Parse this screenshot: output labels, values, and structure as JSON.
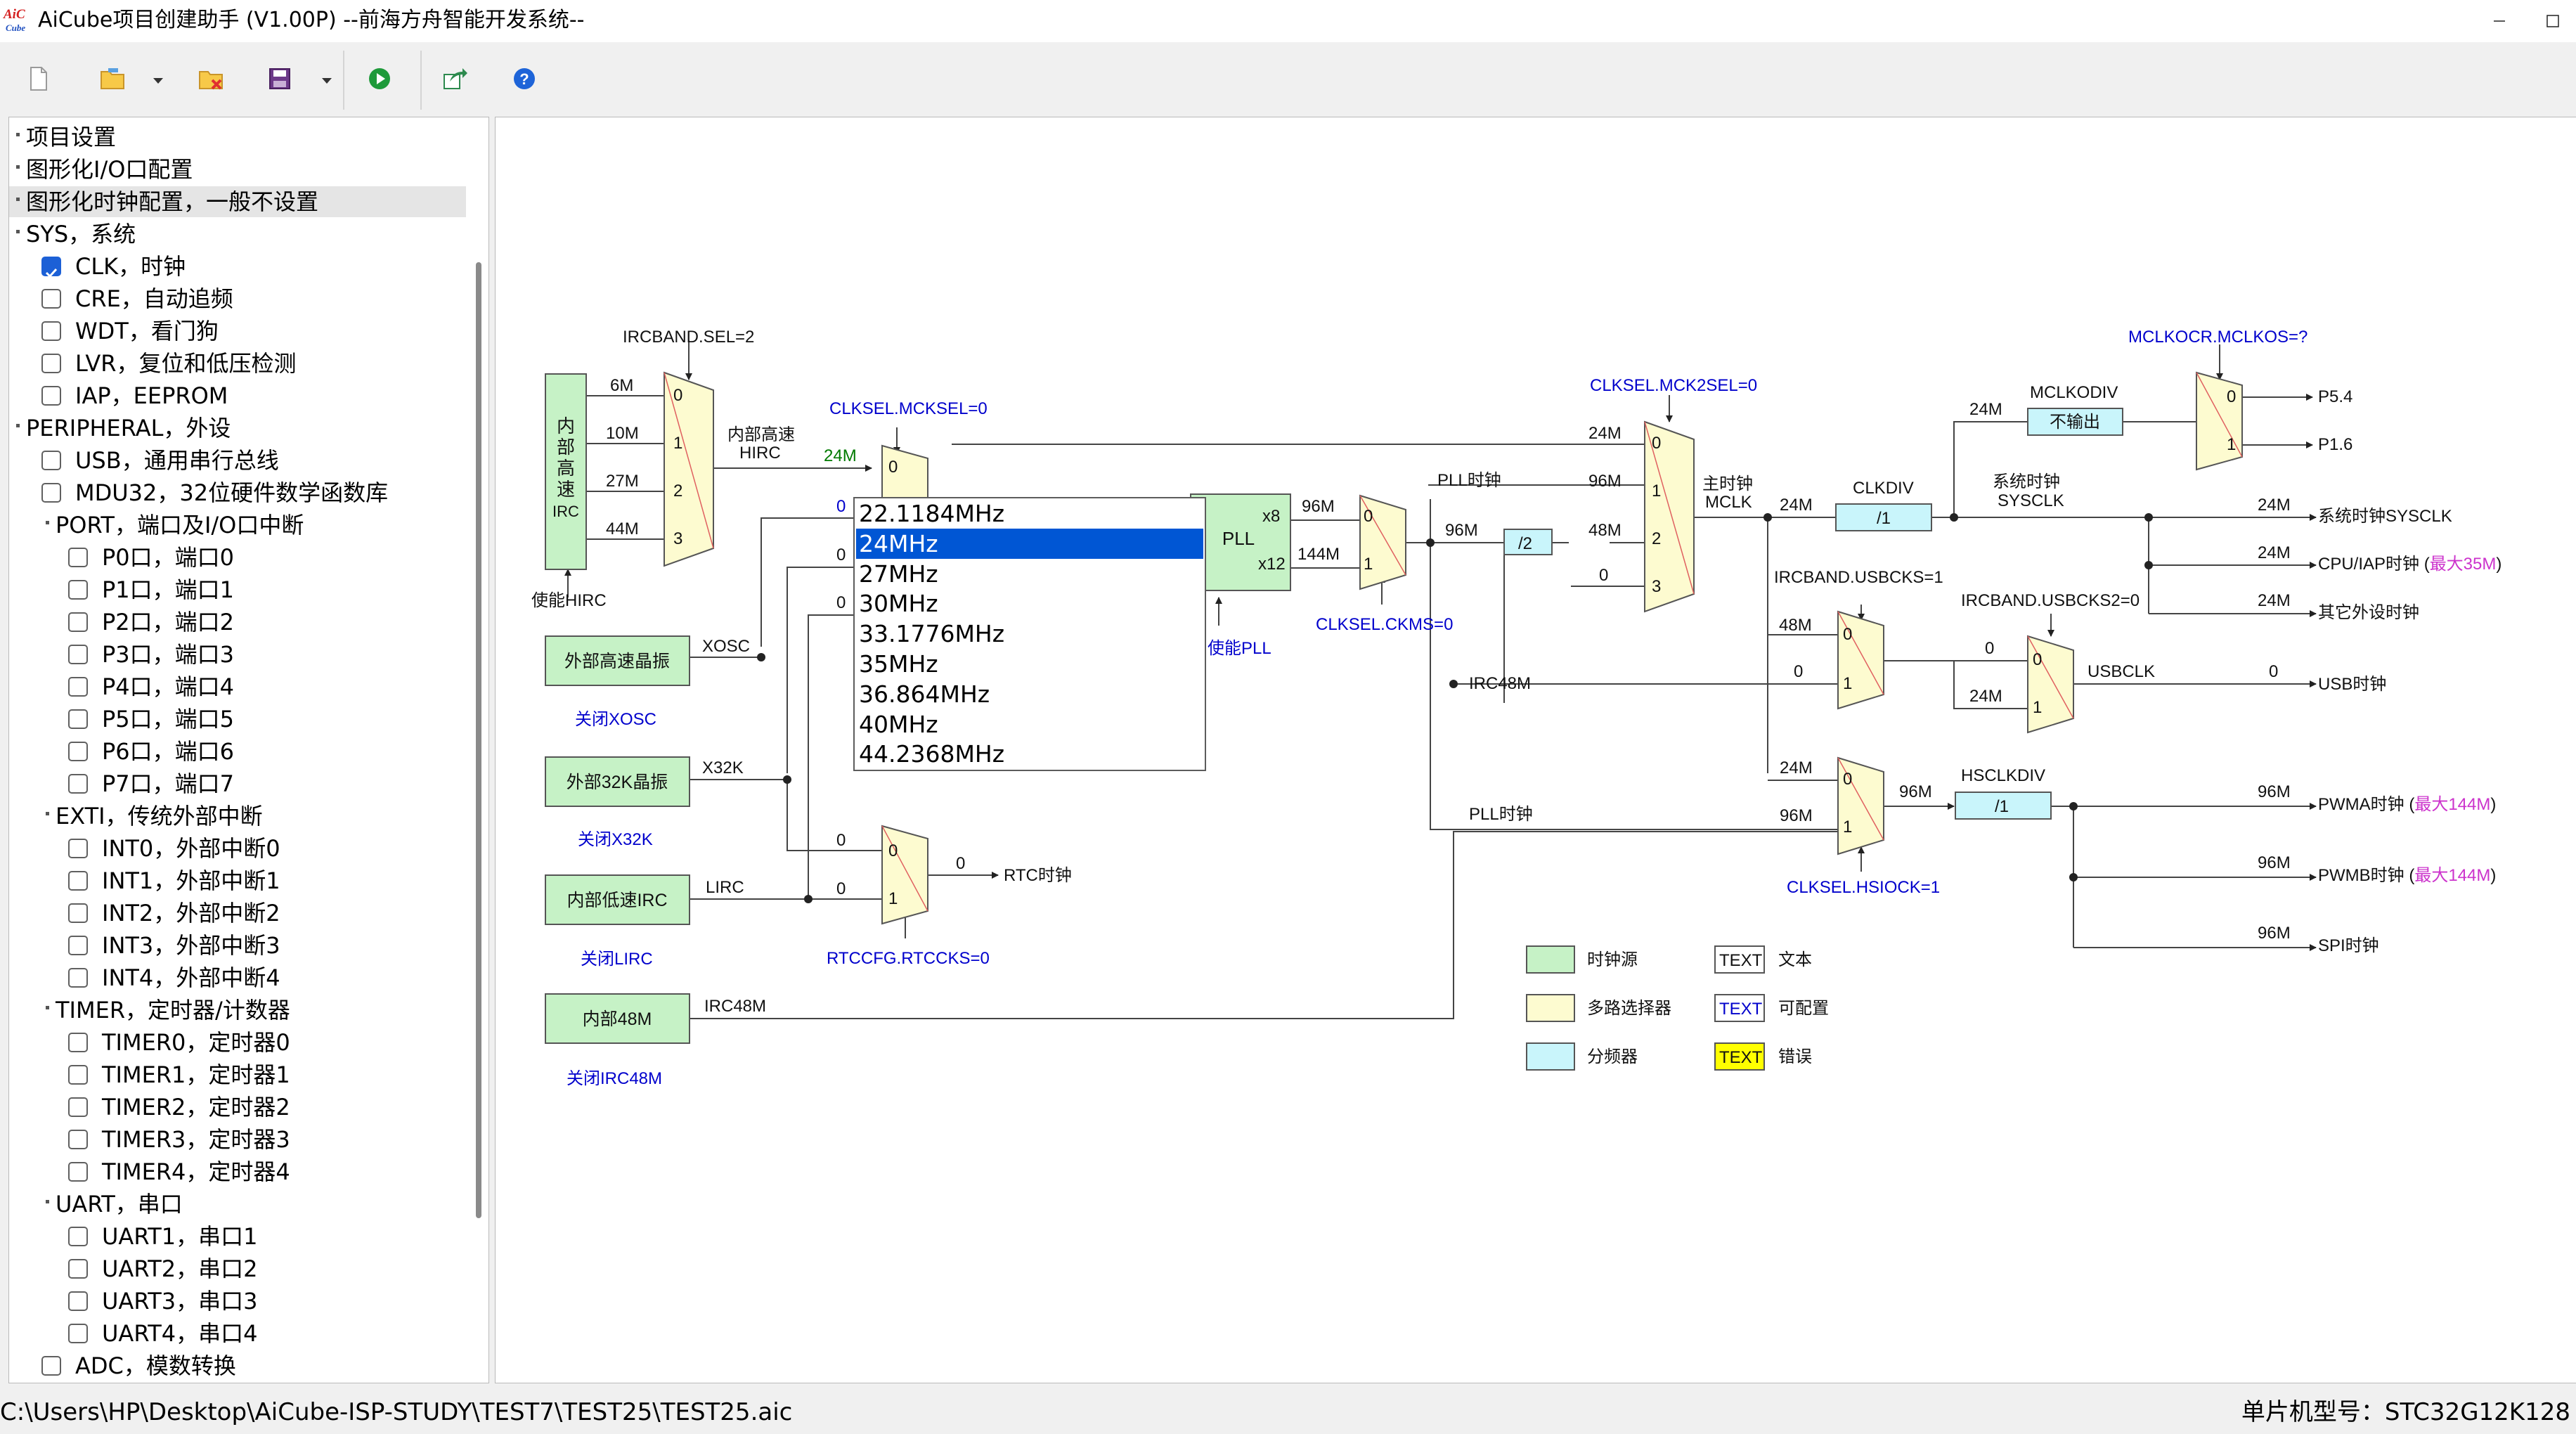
{
  "window": {
    "title": "AiCube项目创建助手 (V1.00P) --前海方舟智能开发系统--",
    "logo": "AiC Cube"
  },
  "toolbar": {
    "buttons": [
      "new-file-icon",
      "open-folder-icon",
      "close-file-icon",
      "save-icon",
      "run-icon",
      "export-icon",
      "help-icon"
    ]
  },
  "tree": {
    "items": [
      {
        "label": "项目设置",
        "type": "leaf"
      },
      {
        "label": "图形化I/O口配置",
        "type": "leaf"
      },
      {
        "label": "图形化时钟配置，一般不设置",
        "type": "leaf",
        "selected": true
      },
      {
        "label": "SYS，系统",
        "type": "group"
      },
      {
        "label": "CLK，时钟",
        "type": "check",
        "checked": true
      },
      {
        "label": "CRE，自动追频",
        "type": "check"
      },
      {
        "label": "WDT，看门狗",
        "type": "check"
      },
      {
        "label": "LVR，复位和低压检测",
        "type": "check"
      },
      {
        "label": "IAP，EEPROM",
        "type": "check"
      },
      {
        "label": "PERIPHERAL，外设",
        "type": "group"
      },
      {
        "label": "USB，通用串行总线",
        "type": "check"
      },
      {
        "label": "MDU32，32位硬件数学函数库",
        "type": "check"
      },
      {
        "label": "PORT，端口及I/O口中断",
        "type": "subgroup"
      },
      {
        "label": "P0口，端口0",
        "type": "subcheck"
      },
      {
        "label": "P1口，端口1",
        "type": "subcheck"
      },
      {
        "label": "P2口，端口2",
        "type": "subcheck"
      },
      {
        "label": "P3口，端口3",
        "type": "subcheck"
      },
      {
        "label": "P4口，端口4",
        "type": "subcheck"
      },
      {
        "label": "P5口，端口5",
        "type": "subcheck"
      },
      {
        "label": "P6口，端口6",
        "type": "subcheck"
      },
      {
        "label": "P7口，端口7",
        "type": "subcheck"
      },
      {
        "label": "EXTI，传统外部中断",
        "type": "subgroup"
      },
      {
        "label": "INT0，外部中断0",
        "type": "subcheck"
      },
      {
        "label": "INT1，外部中断1",
        "type": "subcheck"
      },
      {
        "label": "INT2，外部中断2",
        "type": "subcheck"
      },
      {
        "label": "INT3，外部中断3",
        "type": "subcheck"
      },
      {
        "label": "INT4，外部中断4",
        "type": "subcheck"
      },
      {
        "label": "TIMER，定时器/计数器",
        "type": "subgroup"
      },
      {
        "label": "TIMER0，定时器0",
        "type": "subcheck"
      },
      {
        "label": "TIMER1，定时器1",
        "type": "subcheck"
      },
      {
        "label": "TIMER2，定时器2",
        "type": "subcheck"
      },
      {
        "label": "TIMER3，定时器3",
        "type": "subcheck"
      },
      {
        "label": "TIMER4，定时器4",
        "type": "subcheck"
      },
      {
        "label": "UART，串口",
        "type": "subgroup"
      },
      {
        "label": "UART1，串口1",
        "type": "subcheck"
      },
      {
        "label": "UART2，串口2",
        "type": "subcheck"
      },
      {
        "label": "UART3，串口3",
        "type": "subcheck"
      },
      {
        "label": "UART4，串口4",
        "type": "subcheck"
      },
      {
        "label": "ADC，模数转换",
        "type": "check"
      }
    ]
  },
  "dropdown": {
    "options": [
      "22.1184MHz",
      "24MHz",
      "27MHz",
      "30MHz",
      "33.1776MHz",
      "35MHz",
      "36.864MHz",
      "40MHz",
      "44.2368MHz"
    ],
    "selected_index": 1
  },
  "diagram": {
    "colors": {
      "source": "#c6f2c6",
      "mux": "#fdfbd0",
      "divider": "#c9f5fb",
      "error": "#ffff00",
      "config_text": "#0000cc",
      "highlight": "#cc33cc"
    },
    "sources": {
      "hirc": "内部高速IRC",
      "xosc": "外部高速晶振",
      "x32k": "外部32K晶振",
      "lirc": "内部低速IRC",
      "irc48m": "内部48M",
      "pll": "PLL"
    },
    "texts": {
      "ircband_sel": "IRCBAND.SEL=2",
      "m6": "6M",
      "m10": "10M",
      "m27": "27M",
      "m44": "44M",
      "mux_0": "0",
      "mux_1": "1",
      "mux_2": "2",
      "mux_3": "3",
      "hirc_label_1": "内部高速",
      "hirc_label_2": "HIRC",
      "hirc_out": "24M",
      "enable_hirc": "使能HIRC",
      "clksel_mcksel": "CLKSEL.MCKSEL=0",
      "xosc": "XOSC",
      "close_xosc": "关闭XOSC",
      "x32k": "X32K",
      "close_x32k": "关闭X32K",
      "lirc": "LIRC",
      "close_lirc": "关闭LIRC",
      "irc48m": "IRC48M",
      "close_irc48m": "关闭IRC48M",
      "pll_x8": "x8",
      "pll_x12": "x12",
      "enable_pll": "使能PLL",
      "f96m": "96M",
      "f144m": "144M",
      "clksel_ckms": "CLKSEL.CKMS=0",
      "pll_clock": "PLL时钟",
      "div2": "/2",
      "f48m": "48M",
      "f24m": "24M",
      "zero": "0",
      "clksel_mck2sel": "CLKSEL.MCK2SEL=0",
      "main_clock_1": "主时钟",
      "main_clock_2": "MCLK",
      "clkdiv": "CLKDIV",
      "div1": "/1",
      "mclkodiv": "MCLKODIV",
      "no_output": "不输出",
      "mclkocr": "MCLKOCR.MCLKOS=?",
      "p54": "P5.4",
      "p16": "P1.6",
      "sysclk_label_1": "系统时钟",
      "sysclk_label_2": "SYSCLK",
      "sysclk_out": "系统时钟SYSCLK",
      "cpu_iap": "CPU/IAP时钟 (",
      "max35": "最大35M",
      "close_paren": ")",
      "other_periph": "其它外设时钟",
      "ircband_usbcks": "IRCBAND.USBCKS=1",
      "ircband_usbcks2": "IRCBAND.USBCKS2=0",
      "usbclk": "USBCLK",
      "usb_clock": "USB时钟",
      "rtc_clock": "RTC时钟",
      "rtccfg": "RTCCFG.RTCCKS=0",
      "hsclkdiv": "HSCLKDIV",
      "clksel_hsiock": "CLKSEL.HSIOCK=1",
      "pwma": "PWMA时钟 (",
      "pwmb": "PWMB时钟 (",
      "max144": "最大144M",
      "spi": "SPI时钟",
      "legend_source": "时钟源",
      "legend_mux": "多路选择器",
      "legend_div": "分频器",
      "legend_text_box": "TEXT",
      "legend_text": "文本",
      "legend_config": "可配置",
      "legend_error": "错误",
      "hirc_v1": "内",
      "hirc_v2": "部",
      "hirc_v3": "高",
      "hirc_v4": "速",
      "hirc_v5": "IRC"
    }
  },
  "status": {
    "path": "C:\\Users\\HP\\Desktop\\AiCube-ISP-STUDY\\TEST7\\TEST25\\TEST25.aic",
    "model": "单片机型号：STC32G12K128"
  }
}
